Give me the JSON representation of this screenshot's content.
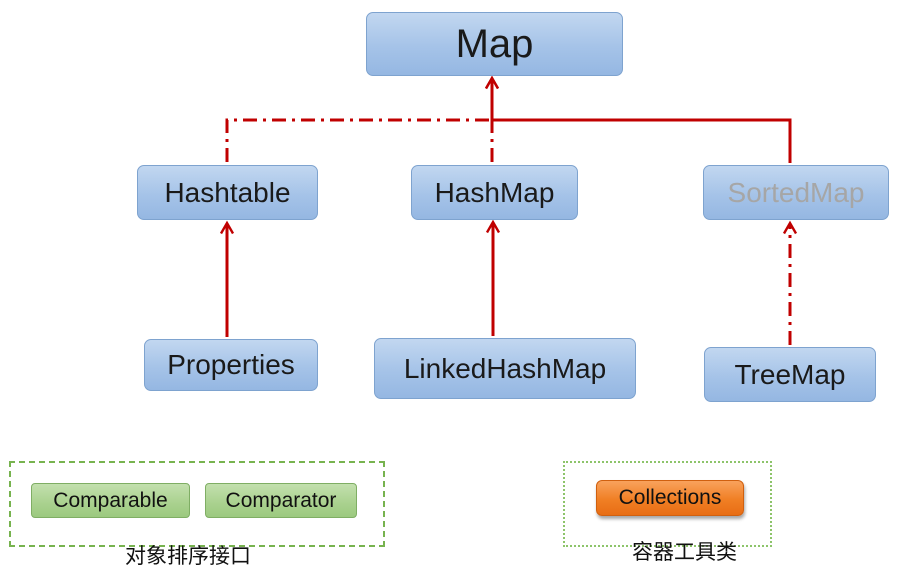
{
  "nodes": {
    "map": "Map",
    "hashtable": "Hashtable",
    "hashmap": "HashMap",
    "sortedmap": "SortedMap",
    "properties": "Properties",
    "linkedhashmap": "LinkedHashMap",
    "treemap": "TreeMap"
  },
  "comparison_group": {
    "items": [
      "Comparable",
      "Comparator"
    ],
    "caption": "对象排序接口"
  },
  "utility_group": {
    "items": [
      "Collections"
    ],
    "caption": "容器工具类"
  },
  "colors": {
    "edge": "#c00000",
    "node_fill": "#a5c3e8",
    "faded_text": "#a6a6a6",
    "green_fill": "#a9d18e",
    "orange_fill": "#f07f24"
  }
}
